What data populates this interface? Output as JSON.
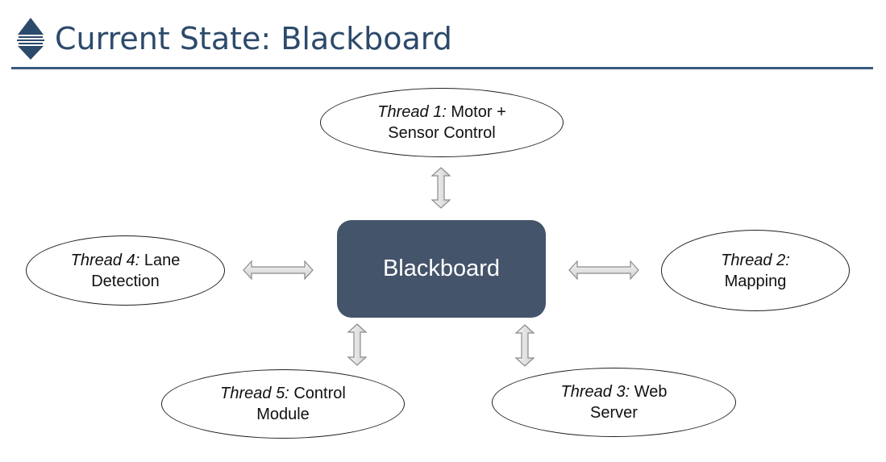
{
  "header": {
    "title": "Current State: Blackboard",
    "logo_icon": "stacked-diamond-logo-icon",
    "accent_color": "#2c4a6b",
    "rule_color": "#3a5b80"
  },
  "diagram": {
    "hub": {
      "label": "Blackboard",
      "fill_color": "#44546a"
    },
    "threads": [
      {
        "prefix": "Thread 1:",
        "line1_rest": " Motor +",
        "line2": "Sensor Control"
      },
      {
        "prefix": "Thread 2:",
        "line1_rest": "",
        "line2": "Mapping"
      },
      {
        "prefix": "Thread 3:",
        "line1_rest": " Web",
        "line2": "Server"
      },
      {
        "prefix": "Thread 4:",
        "line1_rest": " Lane",
        "line2": "Detection"
      },
      {
        "prefix": "Thread 5:",
        "line1_rest": " Control",
        "line2": "Module"
      }
    ],
    "connectors": "bidirectional-arrow-icon"
  }
}
